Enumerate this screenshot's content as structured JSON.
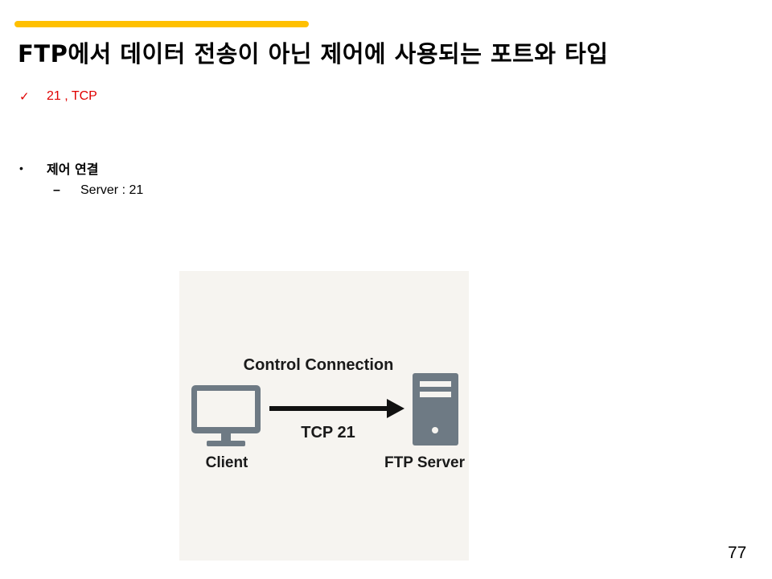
{
  "slide": {
    "title": "FTP에서 데이터 전송이 아닌 제어에 사용되는 포트와 타입",
    "accent_color": "#FFC000",
    "answer": {
      "icon": "checkmark-icon",
      "text": "21 , TCP",
      "color": "#E00000"
    },
    "bullets": [
      {
        "text": "제어 연결",
        "sub_items": [
          {
            "text": "Server : 21"
          }
        ]
      }
    ],
    "diagram": {
      "background": "#F6F4F0",
      "icon_color": "#6E7A84",
      "title": "Control Connection",
      "arrow_label": "TCP 21",
      "client_label": "Client",
      "server_label": "FTP Server"
    },
    "page_number": "77"
  }
}
